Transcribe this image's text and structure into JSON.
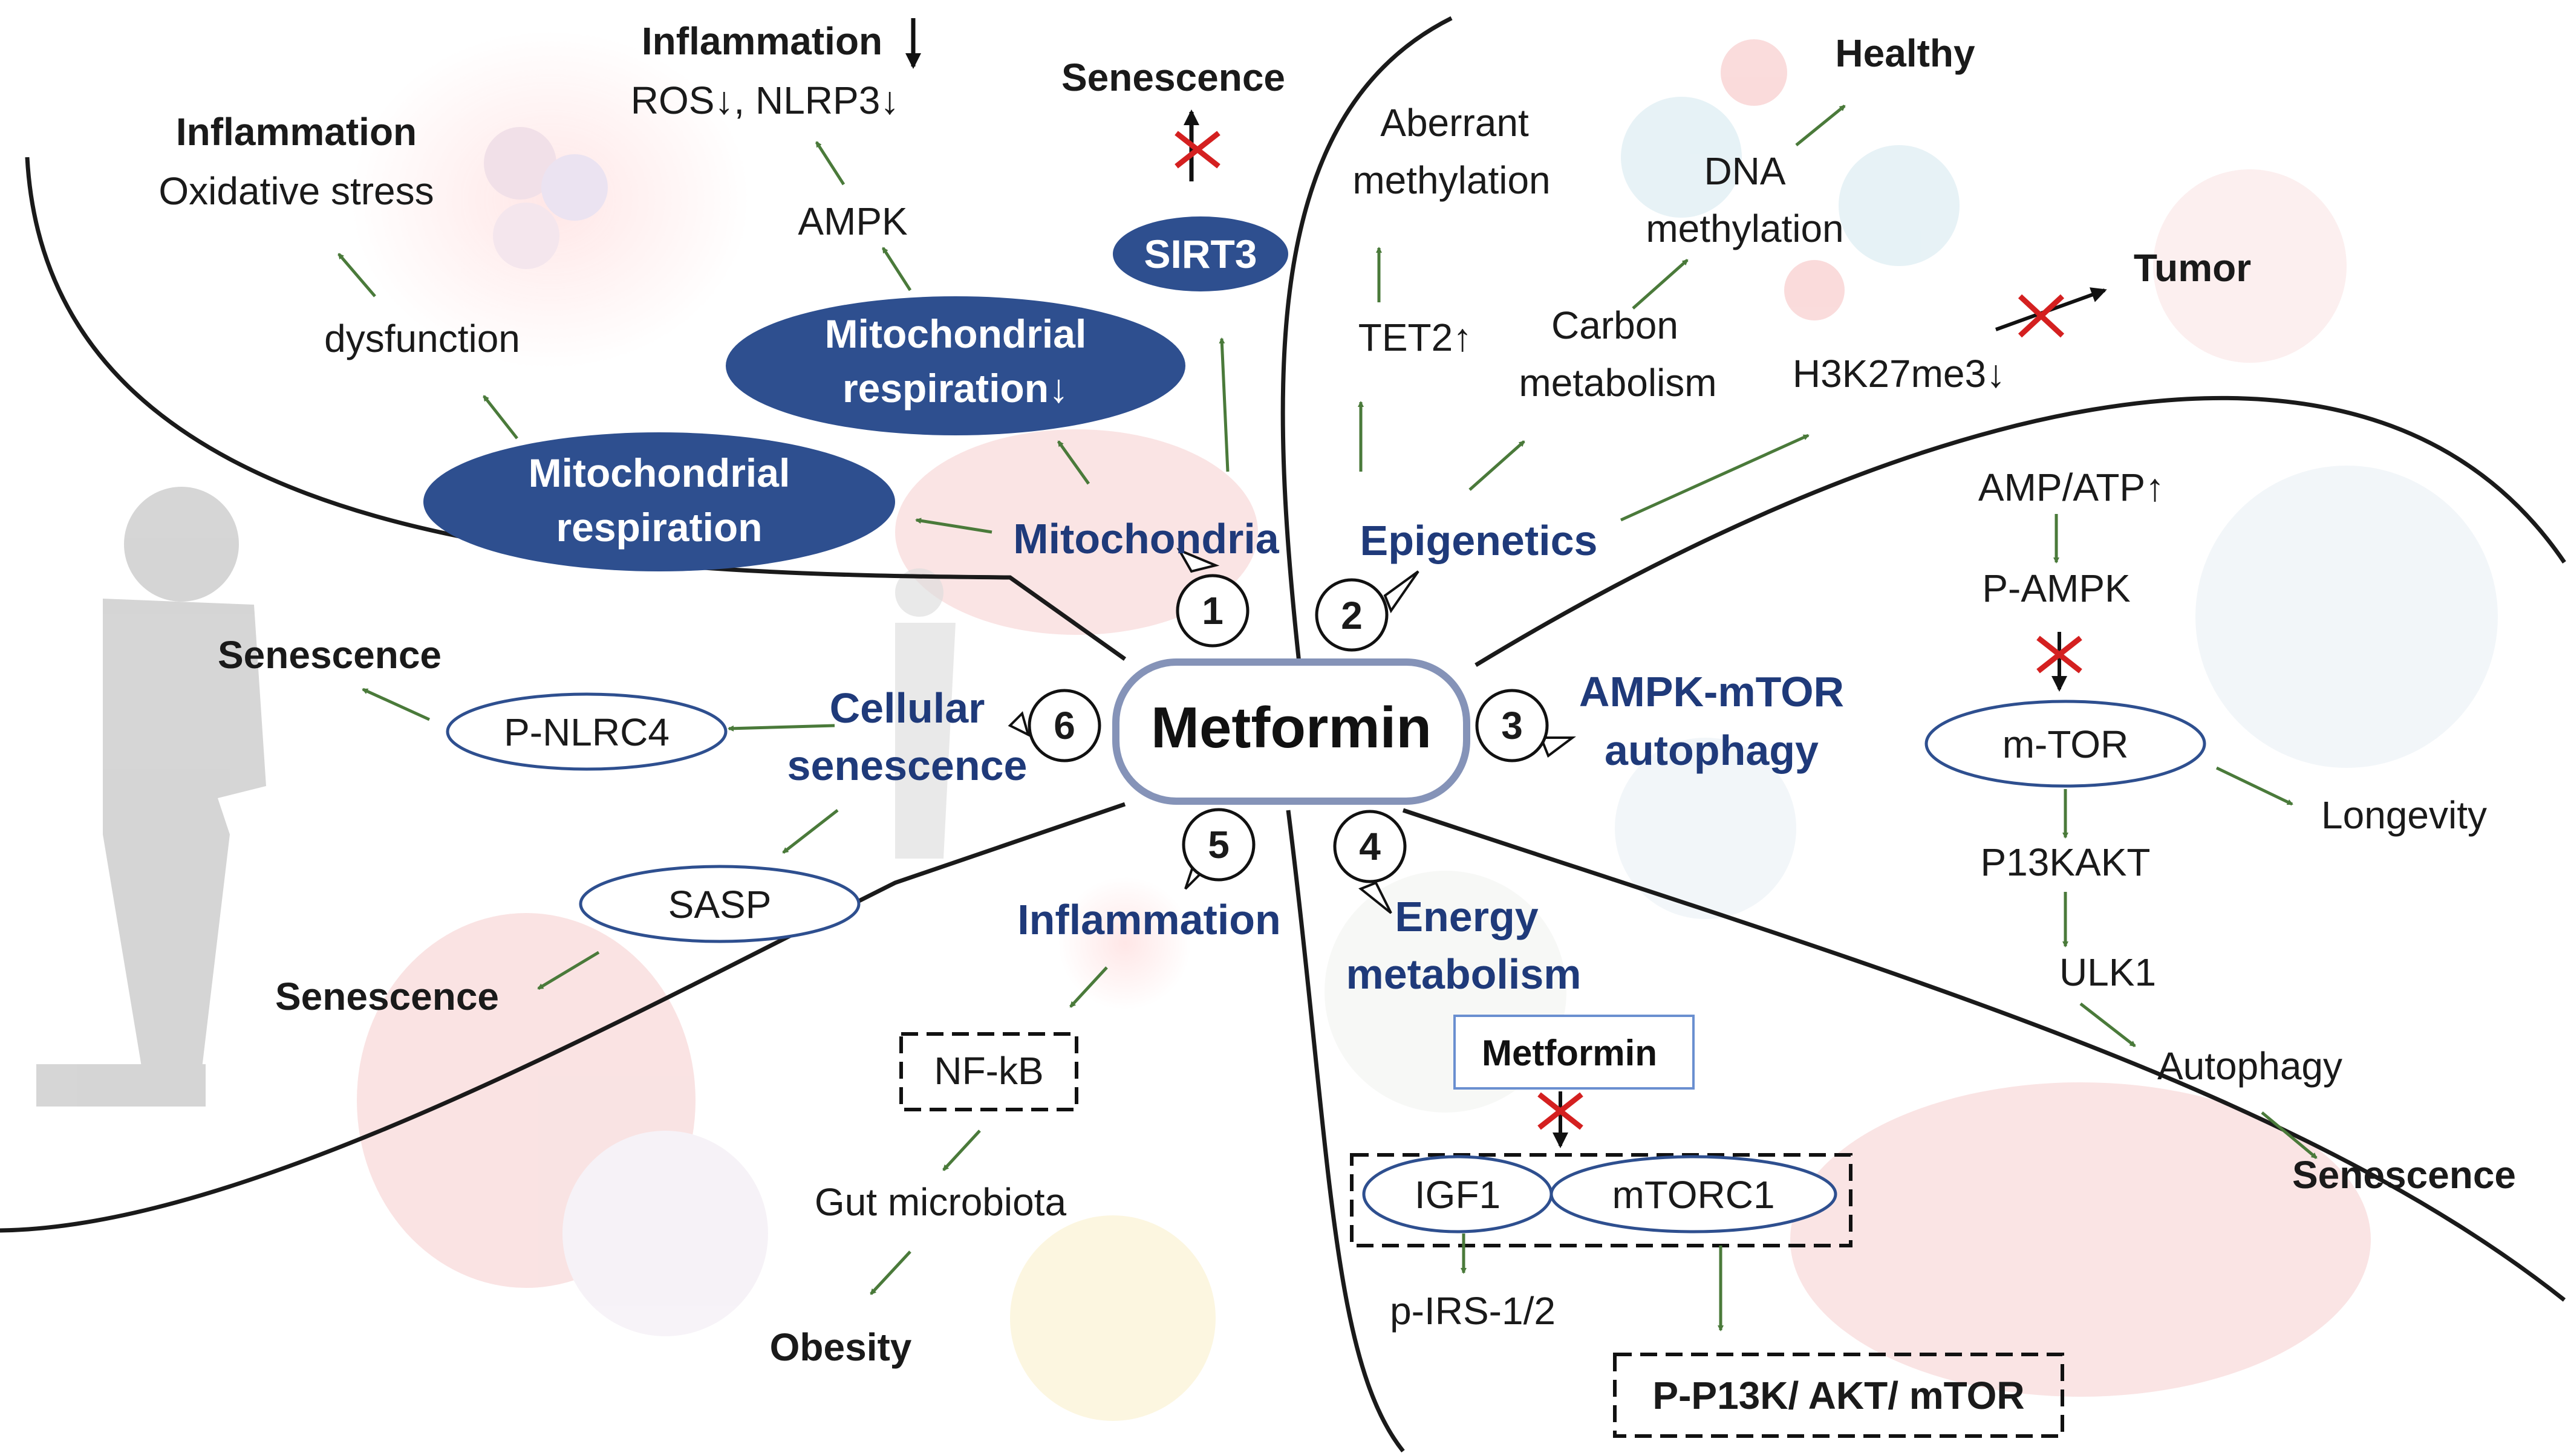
{
  "center": "Metformin",
  "sections": {
    "mitochondria": {
      "num": "1",
      "label": "Mitochondria"
    },
    "epigenetics": {
      "num": "2",
      "label": "Epigenetics"
    },
    "ampk": {
      "num": "3",
      "label1": "AMPK-mTOR",
      "label2": "autophagy"
    },
    "energy": {
      "num": "4",
      "label1": "Energy",
      "label2": "metabolism"
    },
    "inflammation": {
      "num": "5",
      "label": "Inflammation"
    },
    "senescence": {
      "num": "6",
      "label1": "Cellular",
      "label2": "senescence"
    }
  },
  "mito_panel": {
    "inflammation_title": "Inflammation",
    "oxidative_stress": "Oxidative stress",
    "dysfunction": "dysfunction",
    "inflammation_down": "Inflammation",
    "ros_nlrp3": "ROS↓, NLRP3↓",
    "ampk": "AMPK",
    "senescence": "Senescence",
    "sirt3": "SIRT3",
    "mito_resp_down1": "Mitochondrial",
    "mito_resp_down2": "respiration↓",
    "mito_resp1": "Mitochondrial",
    "mito_resp2": "respiration"
  },
  "epi_panel": {
    "aberrant1": "Aberrant",
    "aberrant2": "methylation",
    "tet2": "TET2↑",
    "carbon1": "Carbon",
    "carbon2": "metabolism",
    "dna1": "DNA",
    "dna2": "methylation",
    "healthy": "Healthy",
    "tumor": "Tumor",
    "h3k27": "H3K27me3↓"
  },
  "ampk_panel": {
    "amp_atp": "AMP/ATP↑",
    "p_ampk": "P-AMPK",
    "mtor": "m-TOR",
    "longevity": "Longevity",
    "p13kakt": "P13KAKT",
    "ulk1": "ULK1",
    "autophagy": "Autophagy",
    "senescence": "Senescence"
  },
  "energy_panel": {
    "metformin": "Metformin",
    "igf1": "IGF1",
    "mtorc1": "mTORC1",
    "pirs": "p-IRS-1/2",
    "pathway": "P-P13K/ AKT/ mTOR"
  },
  "inflam_panel": {
    "nfkb": "NF-kB",
    "gut": "Gut microbiota",
    "obesity": "Obesity"
  },
  "senes_panel": {
    "senescence_top": "Senescence",
    "p_nlrc4": "P-NLRC4",
    "sasp": "SASP",
    "senescence_bottom": "Senescence"
  },
  "colors": {
    "ellipse_fill": "#2e4f8f",
    "arrow": "#4a7a3a",
    "section_text": "#1f3a7a",
    "inhibit": "#d42020"
  }
}
